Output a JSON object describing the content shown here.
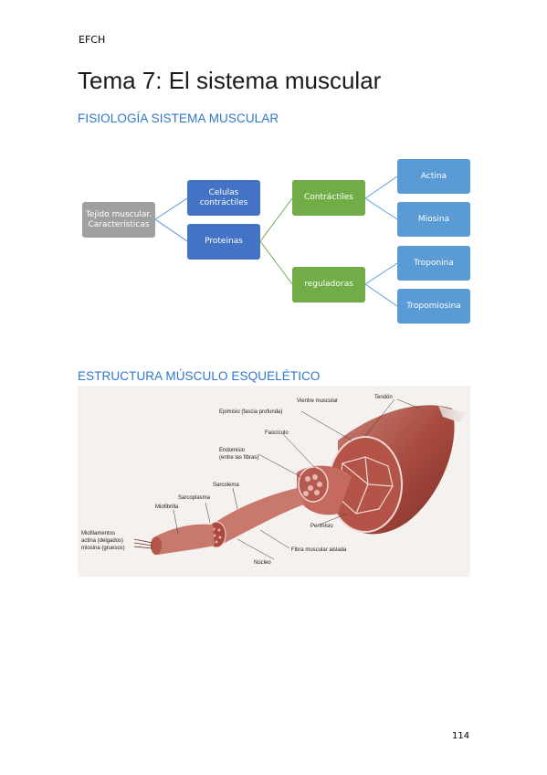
{
  "header": "EFCH",
  "title": "Tema 7: El sistema muscular",
  "section1": "FISIOLOGÍA SISTEMA MUSCULAR",
  "section2": "ESTRUCTURA MÚSCULO ESQUELÉTICO",
  "diagram": {
    "root": "Tejido muscular. Características",
    "level1": [
      "Celulas contráctiles",
      "Proteinas"
    ],
    "level2": [
      "Contráctiles",
      "reguladoras"
    ],
    "level3": [
      "Actina",
      "Miosina",
      "Troponina",
      "Tropomiosina"
    ]
  },
  "illustration": {
    "labels": {
      "tendon": "Tendón",
      "vientre": "Vientre muscular",
      "epimisio": "Epimisio (fascia profunda)",
      "fasciculo": "Fascículo",
      "endomisio1": "Endomisio",
      "endomisio2": "(entre las fibras)",
      "sarcolema": "Sarcolema",
      "sarcoplasma": "Sarcoplasma",
      "miofibrilla": "Miofibrilla",
      "miofil1": "Miofilamentos",
      "miofil2": "actina (delgados)",
      "miofil3": "miosina (gruesos)",
      "perimisio": "Perimisio",
      "fibra": "Fibra muscular aislada",
      "nucleo": "Núcleo"
    }
  },
  "page_number": "114"
}
